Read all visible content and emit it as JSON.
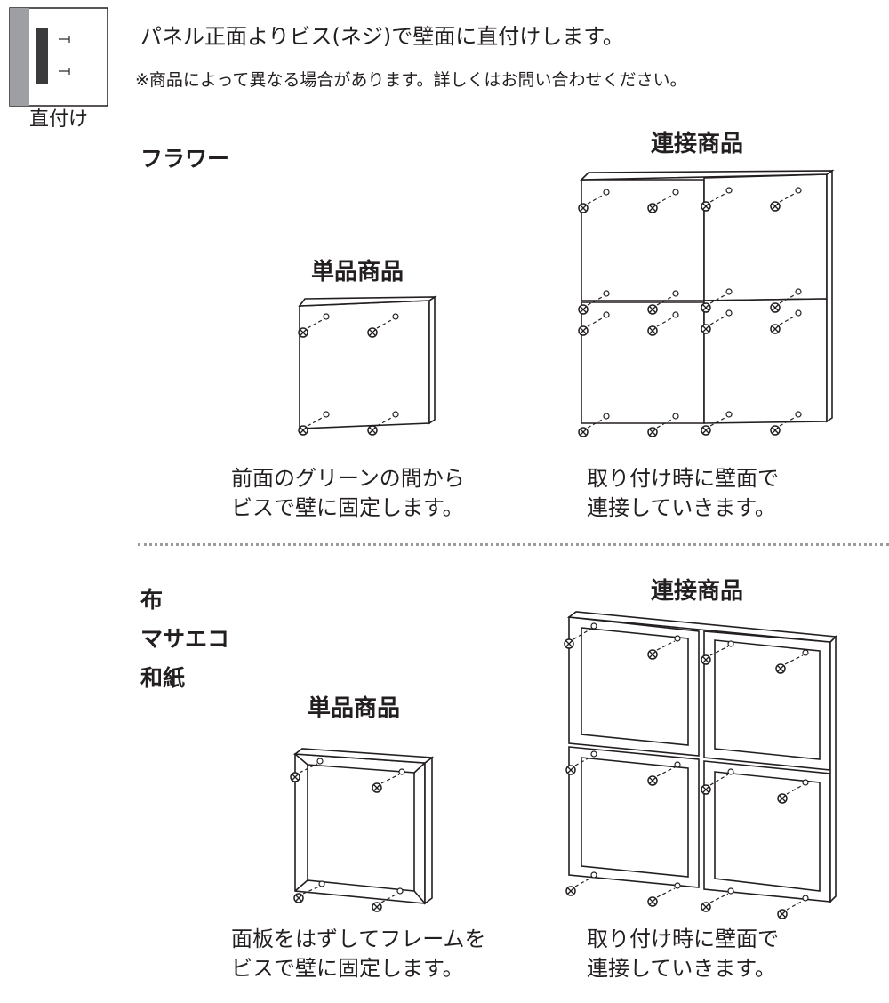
{
  "header": {
    "icon_label": "直付け",
    "main_text": "パネル正面よりビス(ネジ)で壁面に直付けします。",
    "note_text": "※商品によって異なる場合があります。詳しくはお問い合わせください。"
  },
  "section_flower": {
    "category": "フラワー",
    "single_label": "単品商品",
    "joined_label": "連接商品",
    "single_caption": [
      "前面のグリーンの間から",
      "ビスで壁に固定します。"
    ],
    "joined_caption": [
      "取り付け時に壁面で",
      "連接していきます。"
    ]
  },
  "section_frame": {
    "categories": [
      "布",
      "マサエコ",
      "和紙"
    ],
    "single_label": "単品商品",
    "joined_label": "連接商品",
    "single_caption": [
      "面板をはずしてフレームを",
      "ビスで壁に固定します。"
    ],
    "joined_caption": [
      "取り付け時に壁面で",
      "連接していきます。"
    ]
  },
  "colors": {
    "line": "#231f20",
    "icon_wall": "#9e9fa3",
    "icon_panel": "#3b3b3d",
    "divider": "#9b9b9b"
  }
}
